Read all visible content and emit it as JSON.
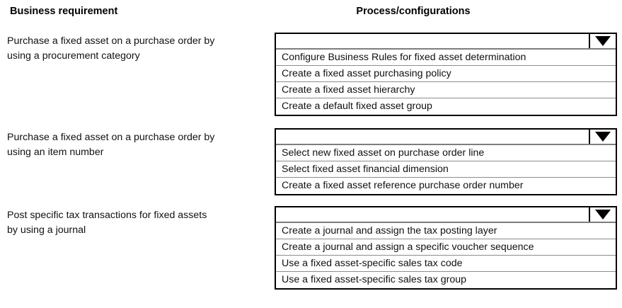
{
  "headers": {
    "left": "Business requirement",
    "right": "Process/configurations"
  },
  "rows": [
    {
      "requirement_line1": "Purchase a fixed asset on a purchase order by",
      "requirement_line2": "using a procurement category",
      "dropdown": {
        "selected": "",
        "arrow_icon": "dropdown-triangle-icon",
        "options": [
          "Configure Business Rules for fixed asset determination",
          "Create a fixed asset purchasing policy",
          "Create a fixed asset hierarchy",
          "Create a default fixed asset group"
        ]
      }
    },
    {
      "requirement_line1": "Purchase a fixed asset on a purchase order by",
      "requirement_line2": "using an item number",
      "dropdown": {
        "selected": "",
        "arrow_icon": "dropdown-triangle-icon",
        "options": [
          "Select new fixed asset on purchase order line",
          "Select fixed asset financial dimension",
          "Create a fixed asset reference purchase order number"
        ]
      }
    },
    {
      "requirement_line1": "Post specific tax transactions for fixed assets",
      "requirement_line2": "by using a journal",
      "dropdown": {
        "selected": "",
        "arrow_icon": "dropdown-triangle-icon",
        "options": [
          "Create a journal and assign the tax posting layer",
          "Create a journal and assign a specific voucher sequence",
          "Use a fixed asset-specific sales tax code",
          "Use a fixed asset-specific sales tax group"
        ]
      }
    }
  ],
  "colors": {
    "background": "#ffffff",
    "text": "#111111",
    "border": "#000000",
    "separator": "#8c8c8c"
  }
}
